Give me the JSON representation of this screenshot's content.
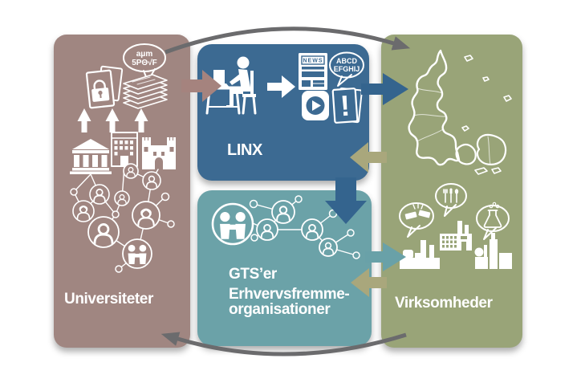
{
  "boxes": {
    "universiteter": {
      "label": "Universiteter"
    },
    "linx": {
      "label": "LINX"
    },
    "gts": {
      "line1": "GTS’er",
      "line2": "Erhvervsfremme-",
      "line3": "organisationer"
    },
    "virksomheder": {
      "label": "Virksomheder"
    }
  },
  "icon_text": {
    "letters_line1": "aμm",
    "letters_line2": "5PΘ√F",
    "news_label": "NEWS",
    "abcd_line1": "ABCD",
    "abcd_line2": "EFGHIJ",
    "exclamation": "!"
  },
  "icons": [
    "folder-lock-icon",
    "jargon-speech-bubble-icon",
    "paper-stack-icon",
    "up-arrow-icon",
    "temple-building-icon",
    "office-building-icon",
    "institution-building-icon",
    "people-network",
    "person-at-computer-icon",
    "right-arrow-icon",
    "news-icon",
    "abcd-speech-bubble-icon",
    "video-play-icon",
    "alert-booklet-icon",
    "handshake-circle-icon",
    "gts-people-network",
    "denmark-map",
    "cutlery-speech-bubble-icon",
    "broken-bar-speech-bubble-icon",
    "flask-speech-bubble-icon",
    "power-plant-icon",
    "factory-icon",
    "industrial-building-icon"
  ],
  "flows": [
    {
      "from": "Universiteter",
      "to": "LINX",
      "color_name": "arrow_mauve"
    },
    {
      "from": "LINX",
      "to": "Virksomheder",
      "color_name": "arrow_blue"
    },
    {
      "from": "Virksomheder",
      "to": "LINX",
      "color_name": "arrow_olive"
    },
    {
      "from": "LINX",
      "to": "GTS'er Erhvervsfremmeorganisationer",
      "color_name": "arrow_blue"
    },
    {
      "from": "GTS'er Erhvervsfremmeorganisationer",
      "to": "Virksomheder",
      "color_name": "arrow_teal"
    },
    {
      "from": "Virksomheder",
      "to": "GTS'er Erhvervsfremmeorganisationer",
      "color_name": "arrow_olive"
    },
    {
      "from": "Universiteter",
      "to": "Virksomheder",
      "color_name": "arc_gray",
      "path": "top-arc"
    },
    {
      "from": "Virksomheder",
      "to": "Universiteter",
      "color_name": "arc_gray",
      "path": "bottom-arc"
    }
  ],
  "colors": {
    "universiteter": "#a08681",
    "linx": "#3c6a92",
    "gts": "#6ba2a8",
    "virksomheder": "#99a478",
    "arrow_mauve": "#a5837e",
    "arrow_blue": "#34648e",
    "arrow_teal": "#69a1a8",
    "arrow_olive": "#a9a77c",
    "arc_gray": "#6b6b6d",
    "text_white": "#ffffff"
  }
}
